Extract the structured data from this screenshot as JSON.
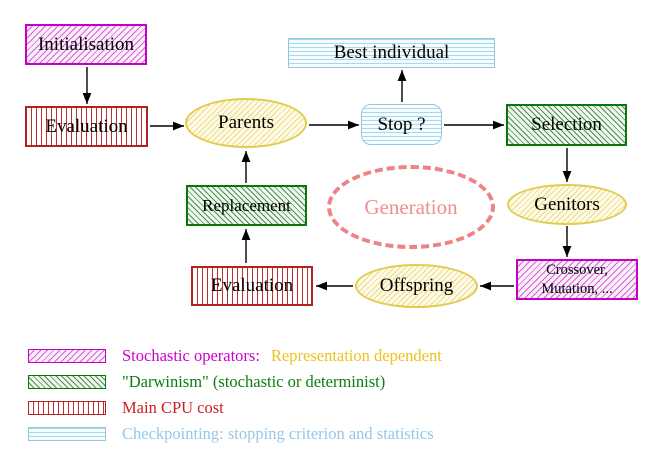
{
  "title": "Evolutionary algorithm generation loop diagram",
  "nodes": {
    "initialisation": {
      "label": "Initialisation",
      "style": "stochastic-operator"
    },
    "evaluation_top": {
      "label": "Evaluation",
      "style": "cpu-cost"
    },
    "parents": {
      "label": "Parents",
      "style": "population"
    },
    "stop": {
      "label": "Stop ?",
      "style": "checkpointing"
    },
    "best_individual": {
      "label": "Best individual",
      "style": "checkpointing"
    },
    "selection": {
      "label": "Selection",
      "style": "darwinism"
    },
    "genitors": {
      "label": "Genitors",
      "style": "population"
    },
    "crossover": {
      "line1": "Crossover,",
      "line2": "Mutation, ...",
      "style": "stochastic-operator"
    },
    "offspring": {
      "label": "Offspring",
      "style": "population"
    },
    "evaluation_bottom": {
      "label": "Evaluation",
      "style": "cpu-cost"
    },
    "replacement": {
      "label": "Replacement",
      "style": "darwinism"
    },
    "generation": {
      "label": "Generation",
      "style": "loop-annotation"
    }
  },
  "arrows": [
    {
      "from": "initialisation",
      "to": "evaluation_top"
    },
    {
      "from": "evaluation_top",
      "to": "parents"
    },
    {
      "from": "parents",
      "to": "stop"
    },
    {
      "from": "stop",
      "to": "best_individual"
    },
    {
      "from": "stop",
      "to": "selection"
    },
    {
      "from": "selection",
      "to": "genitors"
    },
    {
      "from": "genitors",
      "to": "crossover"
    },
    {
      "from": "crossover",
      "to": "offspring"
    },
    {
      "from": "offspring",
      "to": "evaluation_bottom"
    },
    {
      "from": "evaluation_bottom",
      "to": "replacement"
    },
    {
      "from": "replacement",
      "to": "parents"
    }
  ],
  "legend": {
    "items": [
      {
        "swatch": "magenta-diagonal-hatch",
        "text": "Stochastic operators:",
        "text2": "Representation dependent",
        "text_color": "#cc00cc",
        "text2_color": "#f0c020"
      },
      {
        "swatch": "green-diagonal-hatch",
        "text": "\"Darwinism\" (stochastic or determinist)",
        "text_color": "#0b7d0b"
      },
      {
        "swatch": "red-vertical-stripes",
        "text": "Main CPU cost",
        "text_color": "#cc2020"
      },
      {
        "swatch": "cyan-horizontal-stripes",
        "text": "Checkpointing: stopping criterion and statistics",
        "text_color": "#94c8e8"
      }
    ]
  },
  "palette": {
    "stochastic_magenta": "#c400c4",
    "darwinism_green": "#0b760b",
    "cpu_cost_red": "#b22222",
    "checkpointing_cyan": "#90c8e0",
    "population_yellow": "#e2cc50",
    "generation_salmon": "#ee8383",
    "arrow_black": "#000000",
    "background": "#ffffff"
  }
}
